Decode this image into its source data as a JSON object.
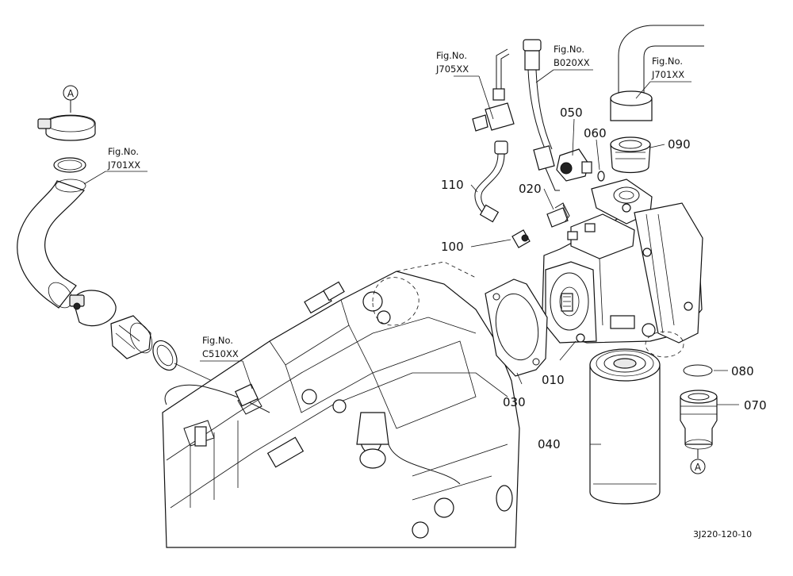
{
  "figure_id": "3J220-120-10",
  "callout_ref": "A",
  "parts": [
    {
      "no": "010"
    },
    {
      "no": "020"
    },
    {
      "no": "030"
    },
    {
      "no": "040"
    },
    {
      "no": "050"
    },
    {
      "no": "060"
    },
    {
      "no": "070"
    },
    {
      "no": "080"
    },
    {
      "no": "090"
    },
    {
      "no": "100"
    },
    {
      "no": "110"
    }
  ],
  "fig_refs": [
    {
      "label": "Fig.No.",
      "code": "J705XX"
    },
    {
      "label": "Fig.No.",
      "code": "B020XX"
    },
    {
      "label": "Fig.No.",
      "code": "J701XX"
    },
    {
      "label": "Fig.No.",
      "code": "J701XX"
    },
    {
      "label": "Fig.No.",
      "code": "C510XX"
    }
  ]
}
